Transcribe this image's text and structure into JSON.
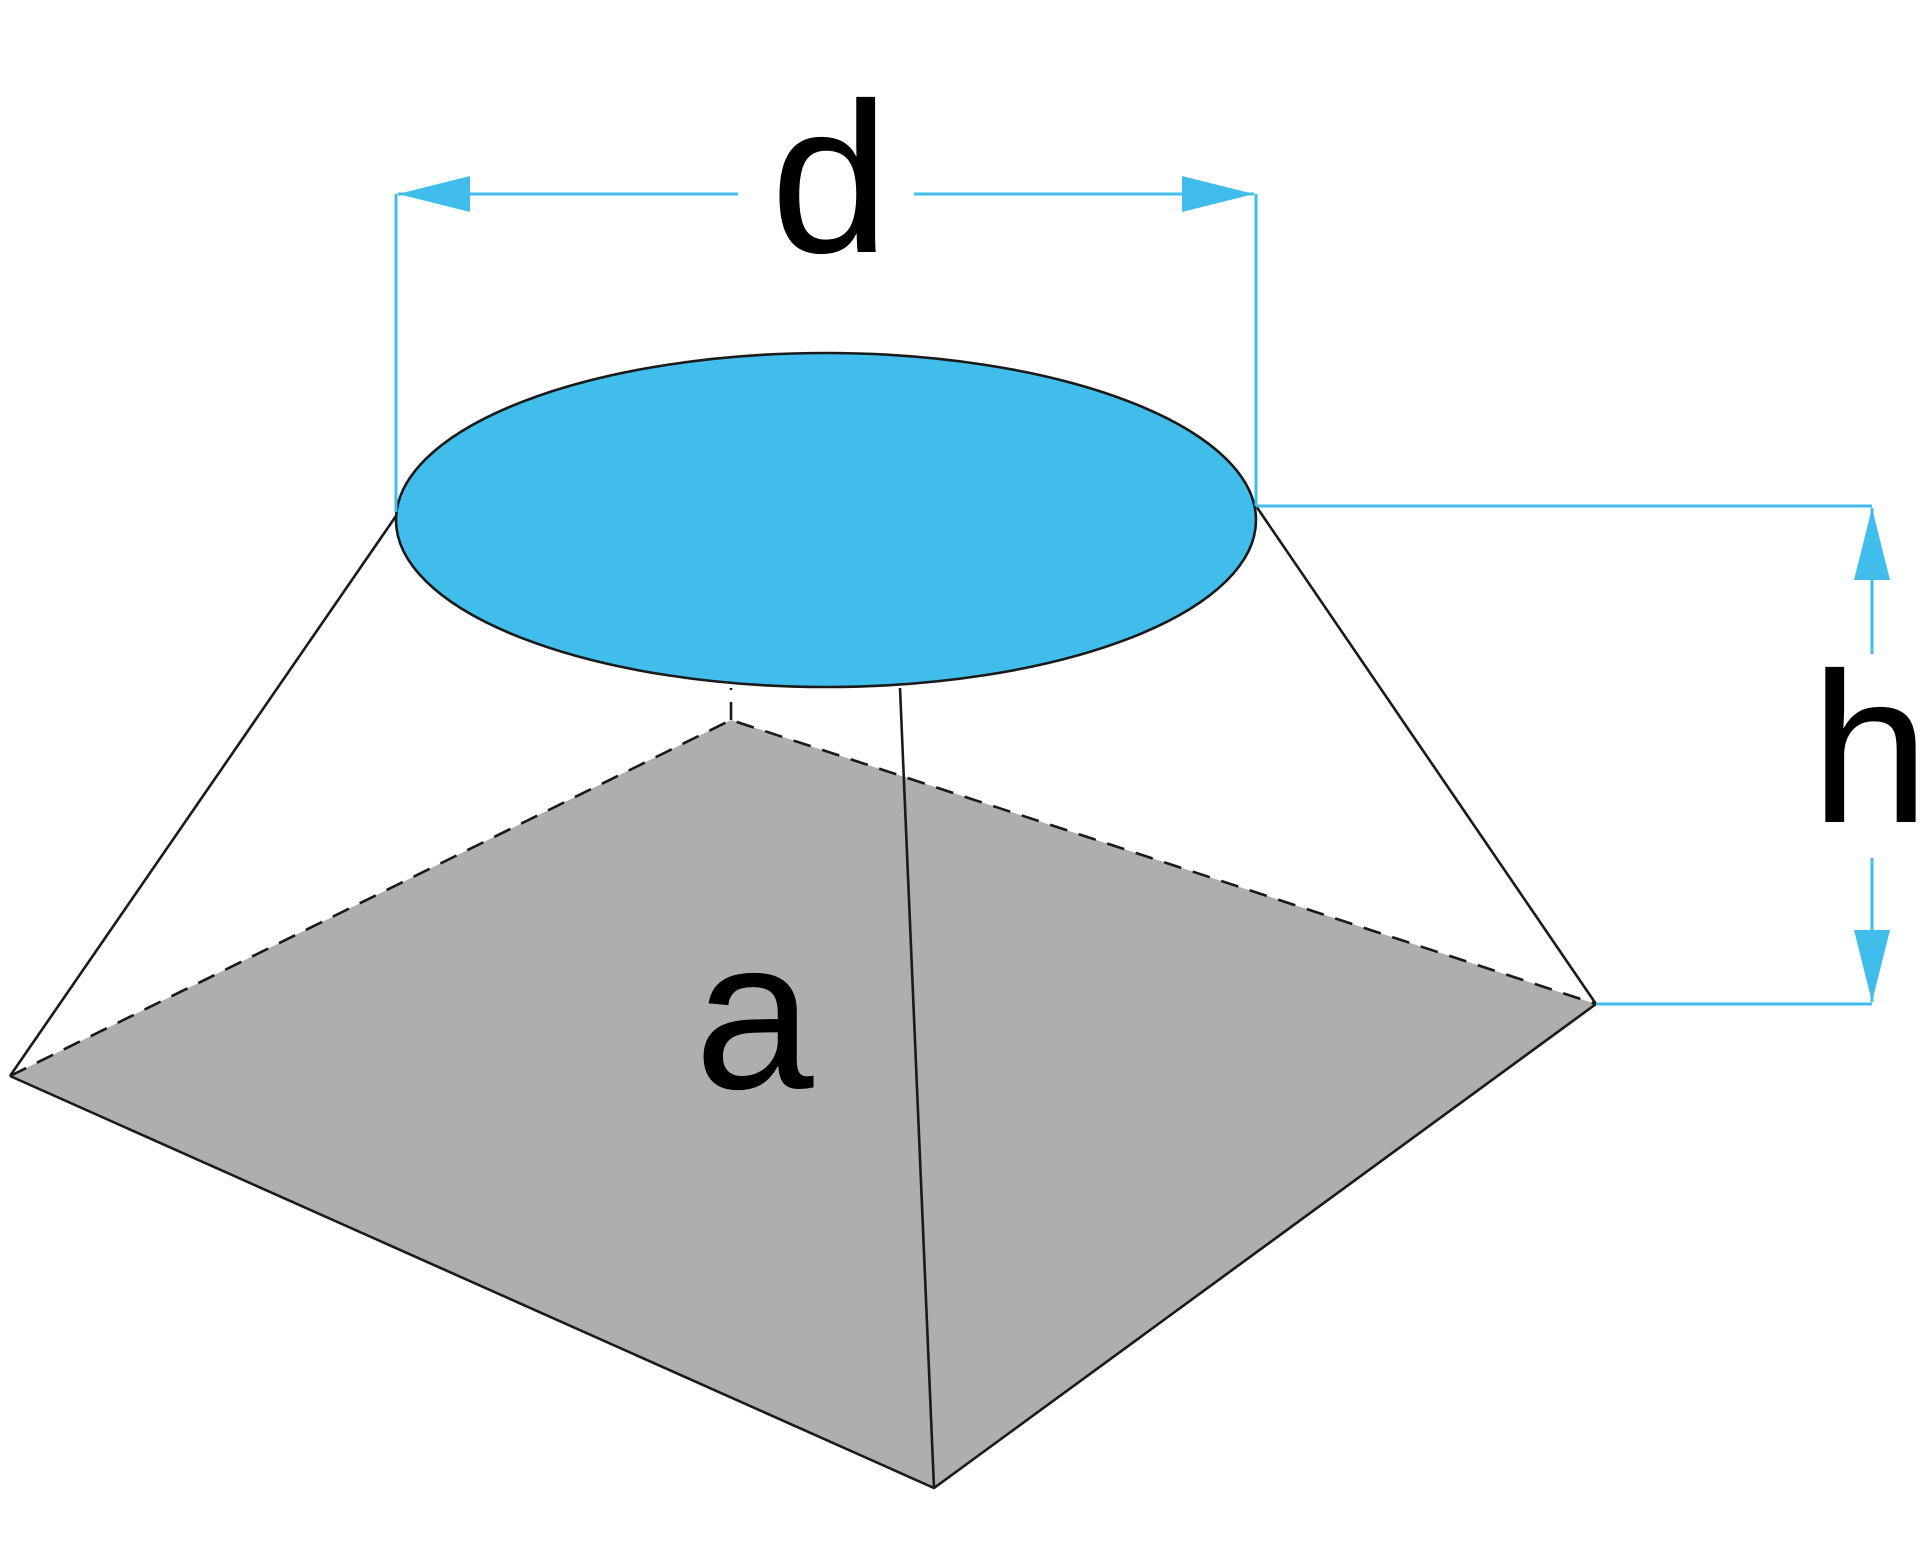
{
  "labels": {
    "diameter": "d",
    "height": "h",
    "base_side": "a"
  },
  "colors": {
    "top_face": "#41BDEB",
    "base_face": "#AEAEAE",
    "dimension_lines": "#41BDEB",
    "edges": "#1A1A1A"
  }
}
